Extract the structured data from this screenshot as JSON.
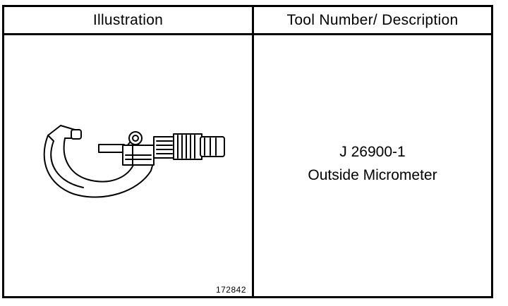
{
  "table": {
    "header_illustration": "Illustration",
    "header_tool": "Tool Number/ Description",
    "rows": [
      {
        "tool_number": "J 26900-1",
        "description": "Outside Micrometer",
        "figure_number": "172842",
        "icon": "outside-micrometer-icon"
      }
    ]
  }
}
